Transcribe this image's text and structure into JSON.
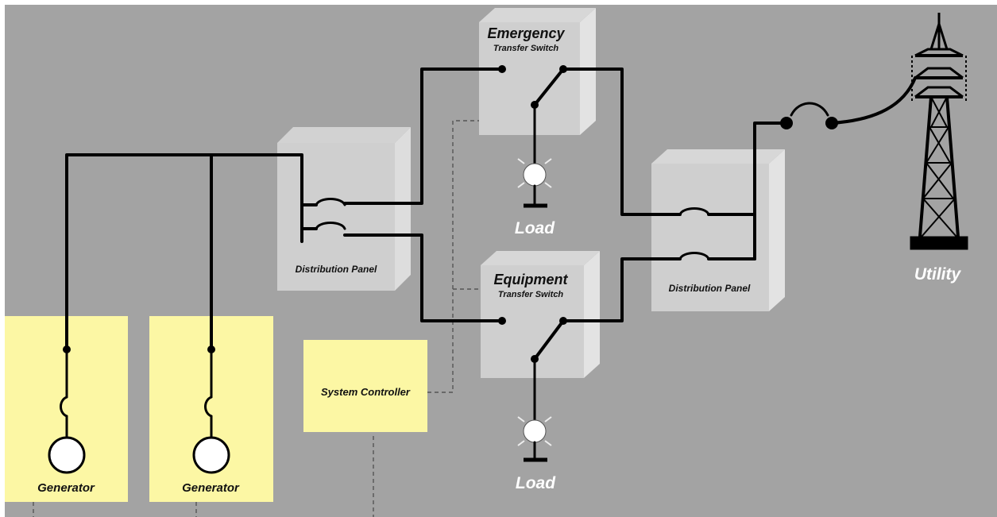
{
  "diagram": {
    "generator_left_label": "Generator",
    "generator_right_label": "Generator",
    "system_controller_label": "System Controller",
    "distribution_panel_left_label": "Distribution Panel",
    "distribution_panel_right_label": "Distribution Panel",
    "emergency_switch_title": "Emergency",
    "emergency_switch_subtitle": "Transfer Switch",
    "equipment_switch_title": "Equipment",
    "equipment_switch_subtitle": "Transfer Switch",
    "load_top_label": "Load",
    "load_bottom_label": "Load",
    "utility_label": "Utility"
  },
  "colors": {
    "background": "#a3a3a3",
    "generator_box": "#fcf7a4",
    "panel_front": "#cfcfcf",
    "panel_side": "#e3e3e3",
    "wire": "#000000"
  }
}
